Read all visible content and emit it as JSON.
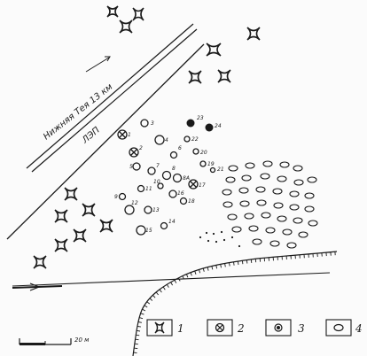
{
  "labels": {
    "road": "Нижняя Тея 13 км",
    "powerline": "ЛЭП",
    "scale_text": "20 м"
  },
  "mound_numbers": [
    "1",
    "2",
    "3",
    "4",
    "5",
    "6",
    "7",
    "8",
    "8A",
    "9",
    "10",
    "11",
    "12",
    "13",
    "14",
    "15",
    "16",
    "17",
    "18",
    "19",
    "20",
    "21",
    "22",
    "23",
    "24"
  ],
  "legend": [
    {
      "num": "1",
      "symbol": "stone-enclosure"
    },
    {
      "num": "2",
      "symbol": "crossed-circle"
    },
    {
      "num": "3",
      "symbol": "filled-circle"
    },
    {
      "num": "4",
      "symbol": "oval"
    }
  ]
}
